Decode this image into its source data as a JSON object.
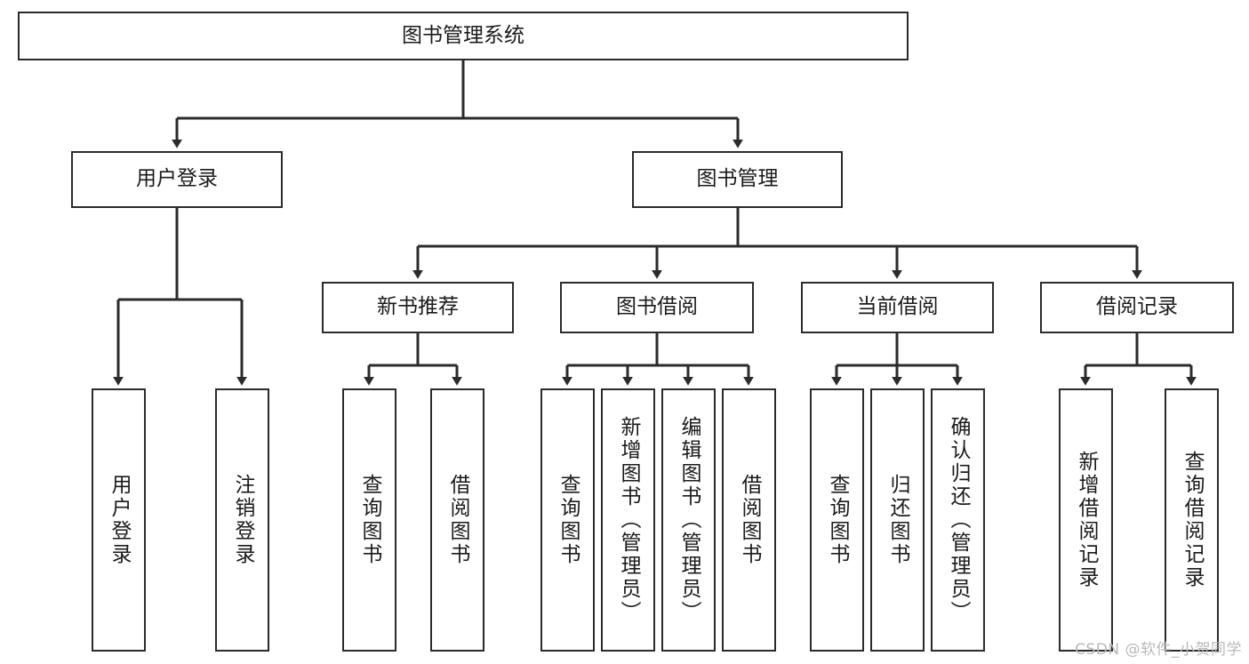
{
  "diagram": {
    "title": "图书管理系统",
    "type": "hierarchy-tree",
    "watermark": "CSDN @软件_小贺同学",
    "colors": {
      "box_border": "#2b2b2b",
      "box_fill": "#ffffff",
      "connector": "#2b2b2b",
      "text": "#1b1b1b",
      "watermark": "#b9b9b9"
    },
    "root": {
      "label": "图书管理系统"
    },
    "level2": [
      {
        "label": "用户登录"
      },
      {
        "label": "图书管理"
      }
    ],
    "level3": [
      {
        "label": "新书推荐"
      },
      {
        "label": "图书借阅"
      },
      {
        "label": "当前借阅"
      },
      {
        "label": "借阅记录"
      }
    ],
    "leaves": {
      "user_login": [
        {
          "label": "用户登录"
        },
        {
          "label": "注销登录"
        }
      ],
      "new_book_recommend": [
        {
          "label": "查询图书"
        },
        {
          "label": "借阅图书"
        }
      ],
      "book_borrow": [
        {
          "label": "查询图书"
        },
        {
          "label": "新增图书（管理员）"
        },
        {
          "label": "编辑图书（管理员）"
        },
        {
          "label": "借阅图书"
        }
      ],
      "current_borrow": [
        {
          "label": "查询图书"
        },
        {
          "label": "归还图书"
        },
        {
          "label": "确认归还（管理员）"
        }
      ],
      "borrow_record": [
        {
          "label": "新增借阅记录"
        },
        {
          "label": "查询借阅记录"
        }
      ]
    }
  }
}
